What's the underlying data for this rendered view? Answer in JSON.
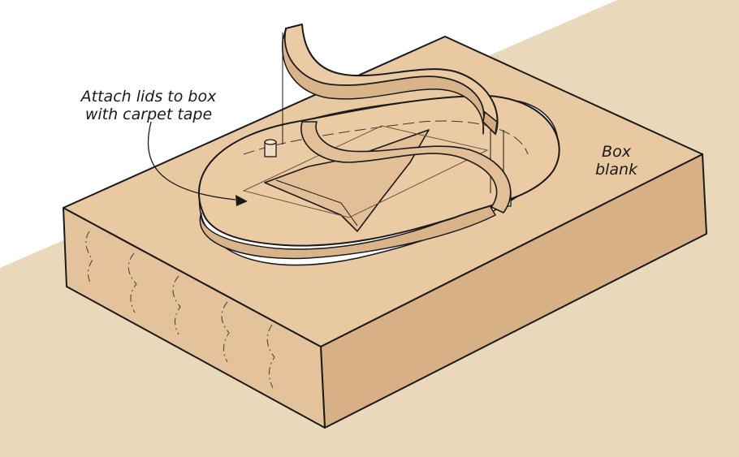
{
  "labels": {
    "attach_line1": "Attach lids to box",
    "attach_line2": "with carpet tape",
    "box_line1": "Box",
    "box_line2": "blank"
  },
  "colors": {
    "bench": "#ead8bb",
    "wood_top": "#e9c9a2",
    "wood_front": "#e4c29b",
    "wood_side": "#d7b086",
    "lid": "#ebcba4",
    "outline": "#1a1a1a"
  }
}
